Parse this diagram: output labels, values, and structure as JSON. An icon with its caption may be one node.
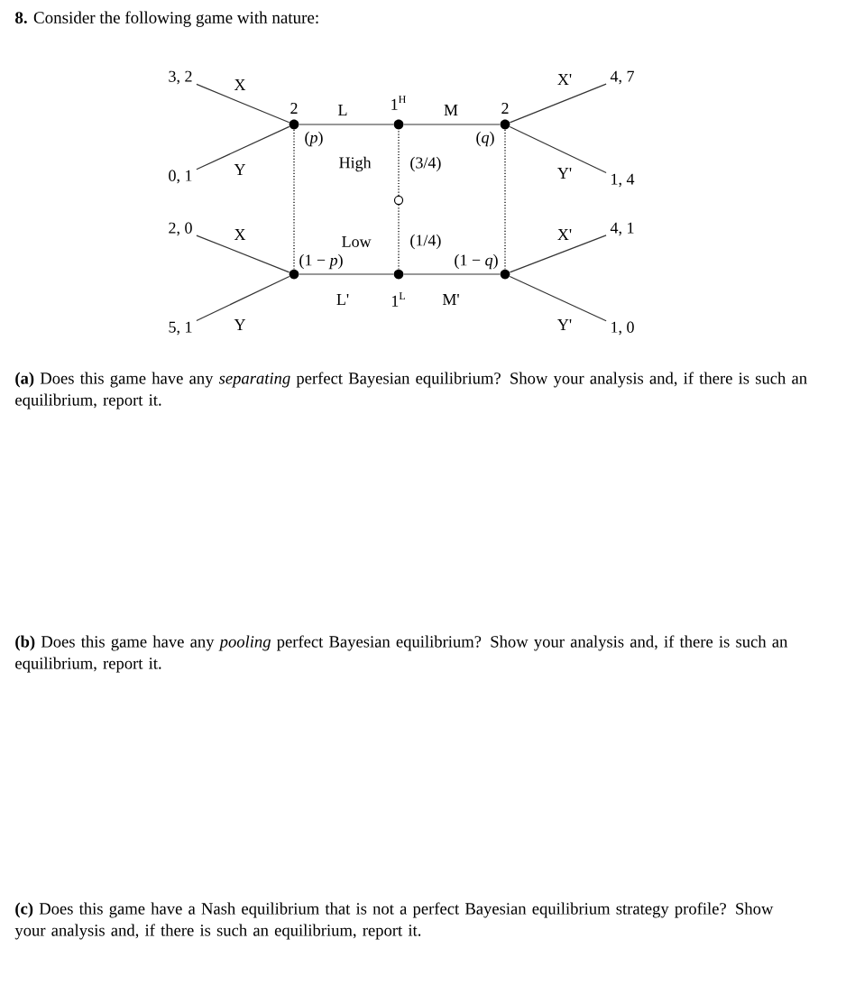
{
  "diagram": {
    "title": "**8.** Consider the following game with nature:",
    "nodes": [
      {
        "text": [],
        "shape": "circle"
      },
      {
        "text": [
          "1$^{H}$"
        ]
      },
      {
        "text": [
          "1$^{L}$"
        ]
      },
      {
        "text": [
          "2"
        ],
        "beside": [
          "(*p*)"
        ]
      },
      {
        "text": [
          "2"
        ],
        "beside": [
          "(*q*)"
        ]
      },
      {
        "text": [],
        "shape": "circle",
        "beside": [
          "(1 − *p*)"
        ]
      },
      {
        "text": [],
        "shape": "circle",
        "beside": [
          "(1 − *q*)"
        ]
      },
      {
        "text": [
          "3, 2"
        ]
      },
      {
        "text": [
          "0, 1"
        ]
      },
      {
        "text": [
          "2, 0"
        ]
      },
      {
        "text": [
          "5, 1"
        ]
      },
      {
        "text": [
          "4, 7"
        ]
      },
      {
        "text": [
          "1, 4"
        ]
      },
      {
        "text": [
          "4, 1"
        ]
      },
      {
        "text": [
          "1, 0"
        ]
      }
    ],
    "edges": [
      {
        "from": 0,
        "to": 1,
        "arrow": "none",
        "style": "dashed",
        "label": "High"
      },
      {
        "from": 0,
        "to": 2,
        "arrow": "none",
        "style": "dashed",
        "label": "Low"
      },
      {
        "from": 1,
        "to": 3,
        "arrow": "none",
        "label": "L"
      },
      {
        "from": 1,
        "to": 4,
        "arrow": "none",
        "label": "M"
      },
      {
        "from": 2,
        "to": 5,
        "arrow": "none",
        "label": "L'"
      },
      {
        "from": 2,
        "to": 6,
        "arrow": "none",
        "label": "M'"
      },
      {
        "from": 3,
        "to": 7,
        "arrow": "none",
        "label": "X"
      },
      {
        "from": 3,
        "to": 8,
        "arrow": "none",
        "label": "Y"
      },
      {
        "from": 5,
        "to": 9,
        "arrow": "none",
        "label": "X"
      },
      {
        "from": 5,
        "to": 10,
        "arrow": "none",
        "label": "Y"
      },
      {
        "from": 4,
        "to": 11,
        "arrow": "none",
        "label": "X'"
      },
      {
        "from": 4,
        "to": 12,
        "arrow": "none",
        "label": "Y'"
      },
      {
        "from": 6,
        "to": 13,
        "arrow": "none",
        "label": "X'"
      },
      {
        "from": 6,
        "to": 14,
        "arrow": "none",
        "label": "Y'"
      },
      {
        "from": 3,
        "to": 5,
        "arrow": "none",
        "style": "dashed"
      },
      {
        "from": 4,
        "to": 6,
        "arrow": "none",
        "style": "dashed"
      }
    ],
    "labels": [
      "(3/4)",
      "(1/4)",
      "**(a)** Does this game have any *separating* perfect Bayesian equilibrium? Show your analysis and, if there is such an equilibrium, report it.",
      "**(b)** Does this game have any *pooling* perfect Bayesian equilibrium? Show your analysis and, if there is such an equilibrium, report it.",
      "**(c)** Does this game have a Nash equilibrium that is not a perfect Bayesian equilibrium strategy profile? Show your analysis and, if there is such an equilibrium, report it."
    ]
  }
}
